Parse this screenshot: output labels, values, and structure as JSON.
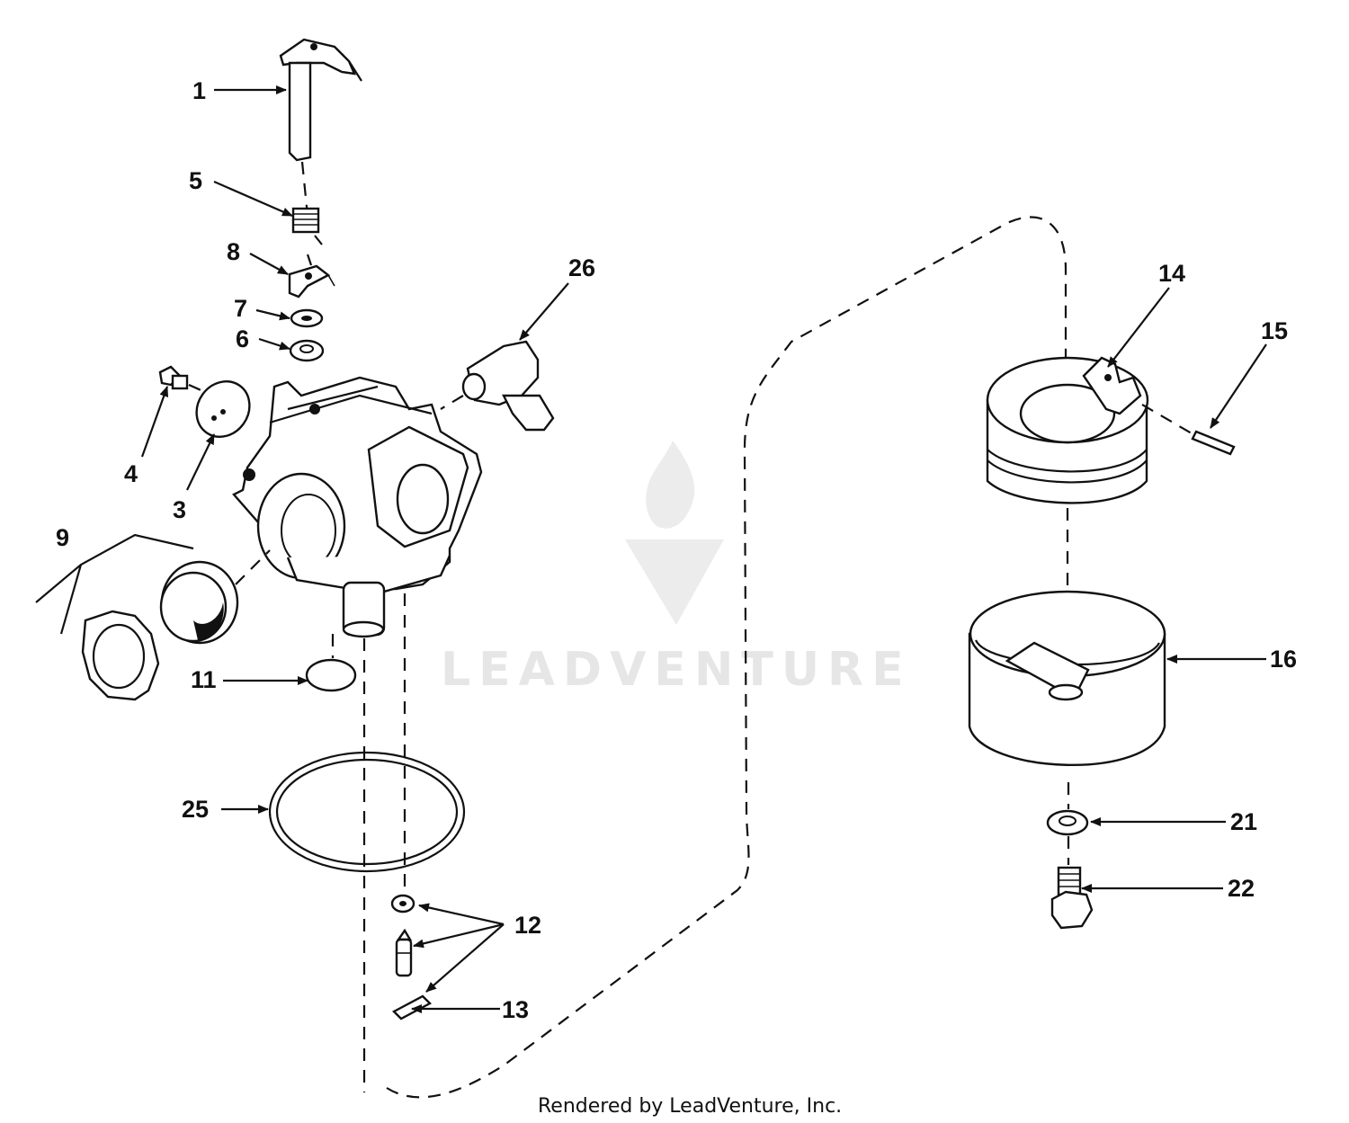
{
  "watermark": {
    "brand": "LEADVENTURE"
  },
  "footer": {
    "credit": "Rendered by LeadVenture, Inc."
  },
  "callouts": {
    "c1": "1",
    "c3": "3",
    "c4": "4",
    "c5": "5",
    "c6": "6",
    "c7": "7",
    "c8": "8",
    "c9": "9",
    "c11": "11",
    "c12": "12",
    "c13": "13",
    "c14": "14",
    "c15": "15",
    "c16": "16",
    "c21": "21",
    "c22": "22",
    "c25": "25",
    "c26": "26"
  }
}
